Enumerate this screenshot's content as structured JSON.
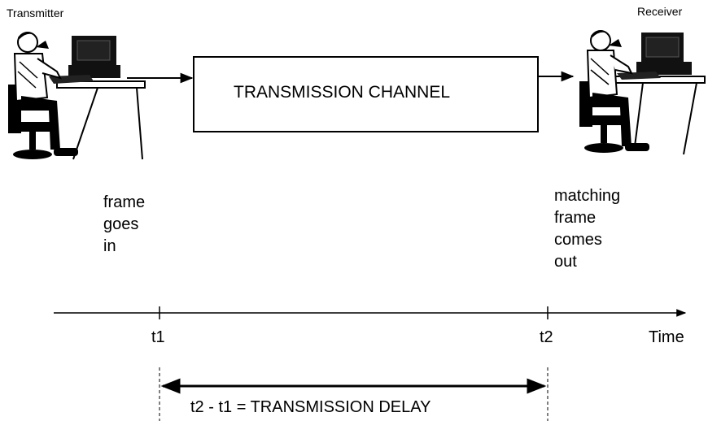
{
  "transmitter": {
    "label": "Transmitter"
  },
  "receiver": {
    "label": "Receiver"
  },
  "channel": {
    "label": "TRANSMISSION CHANNEL"
  },
  "input_note": {
    "lines": [
      "frame",
      "goes",
      "in"
    ]
  },
  "output_note": {
    "lines": [
      "matching",
      "frame",
      "comes",
      "out"
    ]
  },
  "timeline": {
    "t1": "t1",
    "t2": "t2",
    "axis_label": "Time",
    "delay_label": "t2 - t1 = TRANSMISSION DELAY"
  },
  "colors": {
    "ink": "#000000",
    "background": "#ffffff"
  }
}
